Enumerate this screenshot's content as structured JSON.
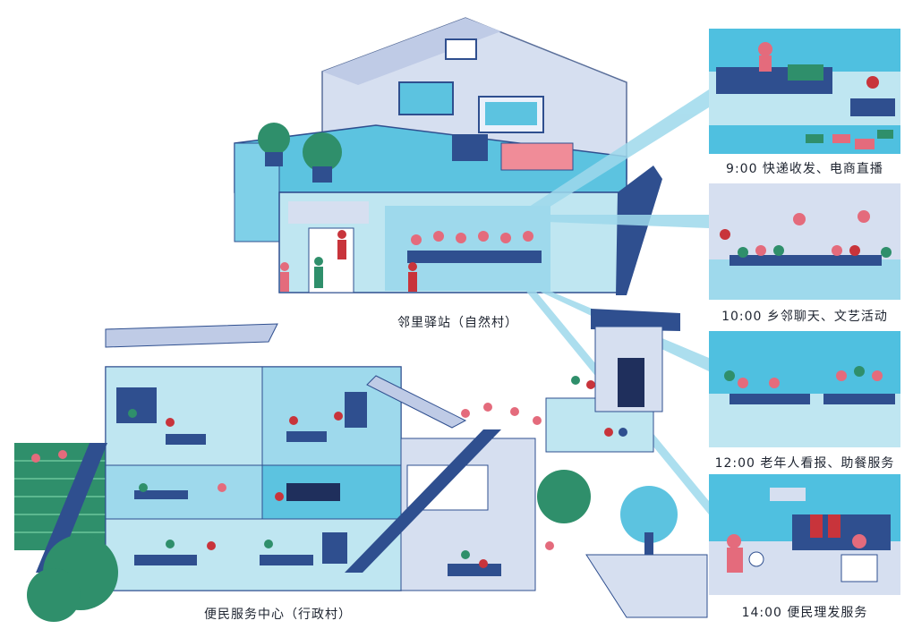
{
  "captions": {
    "neighbor_station": "邻里驿站（自然村）",
    "service_center": "便民服务中心（行政村）"
  },
  "panels": [
    {
      "label": "9:00 快递收发、电商直播"
    },
    {
      "label": "10:00 乡邻聊天、文艺活动"
    },
    {
      "label": "12:00 老年人看报、助餐服务"
    },
    {
      "label": "14:00 便民理发服务"
    }
  ],
  "colors": {
    "wall_light": "#d6dff0",
    "wall_blue": "#5cc3e0",
    "wall_pale": "#bfe6f1",
    "navy": "#2f4f8f",
    "dark_navy": "#1f2f5c",
    "pink": "#e46b7c",
    "red": "#c8343b",
    "green": "#2f8f6b",
    "panel_bg": "#4fc0e0"
  }
}
